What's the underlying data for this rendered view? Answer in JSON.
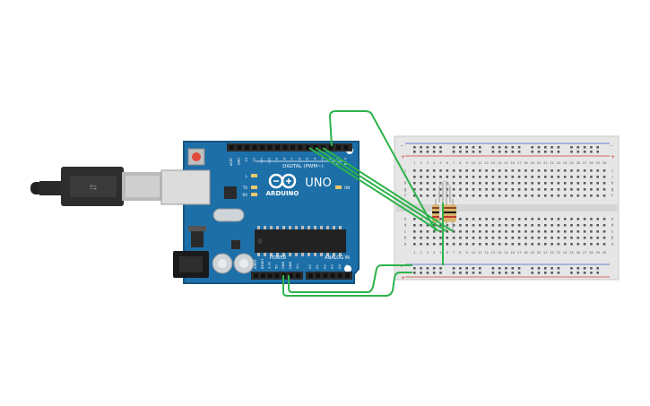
{
  "board": {
    "digital_label": "DIGITAL (PWM~)",
    "brand": "ARDUINO",
    "model": "UNO",
    "on_label": "ON",
    "l_label": "L",
    "tx_label": "TX",
    "rx_label": "RX",
    "power_label": "POWER",
    "analog_label": "ANALOG IN",
    "digital_pins": [
      "AREF",
      "GND",
      "13",
      "12",
      "~11",
      "~10",
      "~9",
      "8",
      "7",
      "~6",
      "~5",
      "4",
      "~3",
      "2",
      "TX 1",
      "RX 0"
    ],
    "power_pins": [
      "IOREF",
      "RESET",
      "3.3V",
      "5V",
      "GND",
      "GND",
      "Vin"
    ],
    "analog_pins": [
      "A0",
      "A1",
      "A2",
      "A3",
      "A4",
      "A5"
    ]
  },
  "breadboard": {
    "col_numbers": [
      "1",
      "2",
      "3",
      "4",
      "5",
      "6",
      "7",
      "8",
      "9",
      "10",
      "11",
      "12",
      "13",
      "14",
      "15",
      "16",
      "17",
      "18",
      "19",
      "20",
      "21",
      "22",
      "23",
      "24",
      "25",
      "26",
      "27",
      "28",
      "29",
      "30"
    ],
    "top_rows": [
      "j",
      "i",
      "h",
      "g",
      "f"
    ],
    "bottom_rows": [
      "e",
      "d",
      "c",
      "b",
      "a"
    ],
    "plus": "+",
    "minus": "-"
  },
  "colors": {
    "board": "#1d6fa8",
    "board_edge": "#15557f",
    "wire": "#2db34a",
    "breadboard": "#e6e6e6",
    "rail_red": "#d33a3a",
    "rail_blue": "#3b5fc4"
  },
  "icons": [
    "usb-cable-icon",
    "arduino-logo-icon",
    "resistor-icon",
    "led-icon"
  ]
}
